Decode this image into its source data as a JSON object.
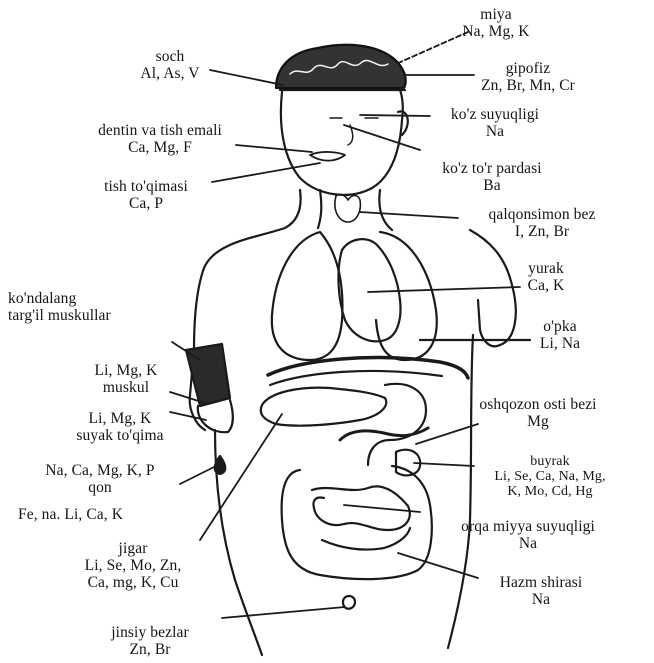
{
  "labels": {
    "miya": {
      "line1": "miya",
      "line2": "Na, Mg, K"
    },
    "soch": {
      "line1": "soch",
      "line2": "Al, As, V"
    },
    "gipofiz": {
      "line1": "gipofiz",
      "line2": "Zn, Br, Mn, Cr"
    },
    "koz_suyuq": {
      "line1": "ko'z suyuqligi",
      "line2": "Na"
    },
    "dentin": {
      "line1": "dentin va tish emali",
      "line2": "Ca, Mg, F"
    },
    "koz_tor": {
      "line1": "ko'z to'r pardasi",
      "line2": "Ba"
    },
    "tish": {
      "line1": "tish to'qimasi",
      "line2": "Ca, P"
    },
    "qalqon": {
      "line1": "qalqonsimon bez",
      "line2": "I, Zn, Br"
    },
    "yurak": {
      "line1": "yurak",
      "line2": "Ca, K"
    },
    "kondalang": {
      "line1": "ko'ndalang",
      "line2": "targ'il muskullar"
    },
    "opka": {
      "line1": "o'pka",
      "line2": "Li, Na"
    },
    "muskul": {
      "line1": "Li, Mg, K",
      "line2": "muskul"
    },
    "suyak": {
      "line1": "Li, Mg, K",
      "line2": "suyak to'qima"
    },
    "oshqozon": {
      "line1": "oshqozon osti bezi",
      "line2": "Mg"
    },
    "qon": {
      "line1": "Na, Ca, Mg, K, P",
      "line2": "qon"
    },
    "buyrak": {
      "line1": "buyrak",
      "line2": "Li, Se, Ca, Na, Mg,",
      "line3": "K, Mo, Cd, Hg"
    },
    "qon_el": {
      "line1": "Fe, na. Li, Ca, K"
    },
    "orqa": {
      "line1": "orqa miyya suyuqligi",
      "line2": "Na"
    },
    "jigar": {
      "line1": "jigar",
      "line2": "Li, Se, Mo, Zn,",
      "line3": "Ca, mg, K, Cu"
    },
    "hazm": {
      "line1": "Hazm shirasi",
      "line2": "Na"
    },
    "jinsiy": {
      "line1": "jinsiy bezlar",
      "line2": "Zn, Br"
    }
  }
}
